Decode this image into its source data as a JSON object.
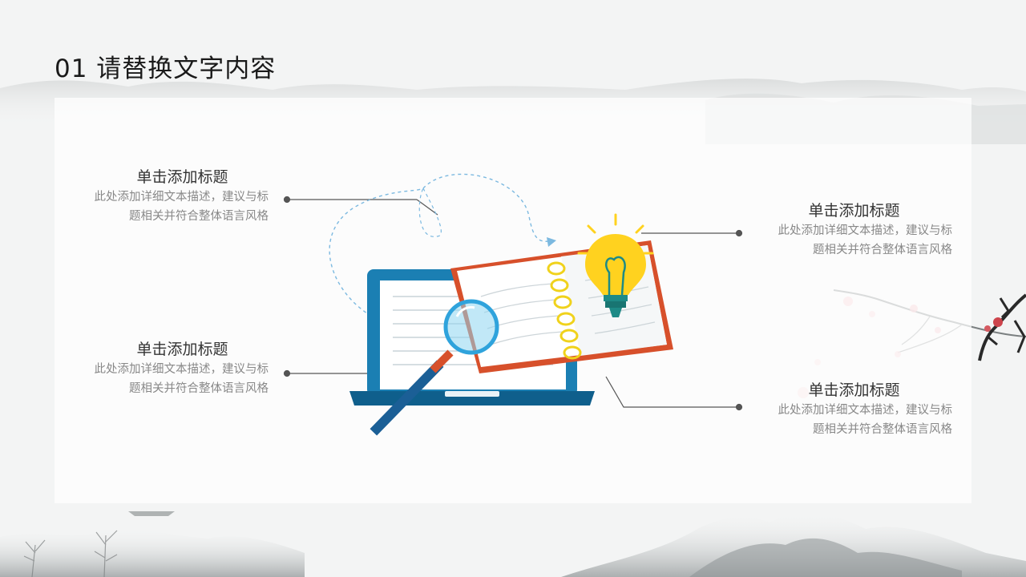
{
  "slide": {
    "title": "01 请替换文字内容"
  },
  "items": [
    {
      "heading": "单击添加标题",
      "desc_line1": "此处添加详细文本描述，建议与标",
      "desc_line2": "题相关并符合整体语言风格"
    },
    {
      "heading": "单击添加标题",
      "desc_line1": "此处添加详细文本描述，建议与标",
      "desc_line2": "题相关并符合整体语言风格"
    },
    {
      "heading": "单击添加标题",
      "desc_line1": "此处添加详细文本描述，建议与标",
      "desc_line2": "题相关并符合整体语言风格"
    },
    {
      "heading": "单击添加标题",
      "desc_line1": "此处添加详细文本描述，建议与标",
      "desc_line2": "题相关并符合整体语言风格"
    }
  ],
  "colors": {
    "laptop": "#1b7fb3",
    "laptop_dark": "#0f5f8c",
    "notebook_cover": "#d7502b",
    "bulb": "#ffd21f",
    "bulb_base": "#1d8a86",
    "magnifier_lens": "#7fd0ee",
    "connector": "#555555",
    "dashed_path": "#79b8e0"
  },
  "icons": [
    "laptop-icon",
    "notebook-icon",
    "magnifier-icon",
    "lightbulb-icon"
  ]
}
